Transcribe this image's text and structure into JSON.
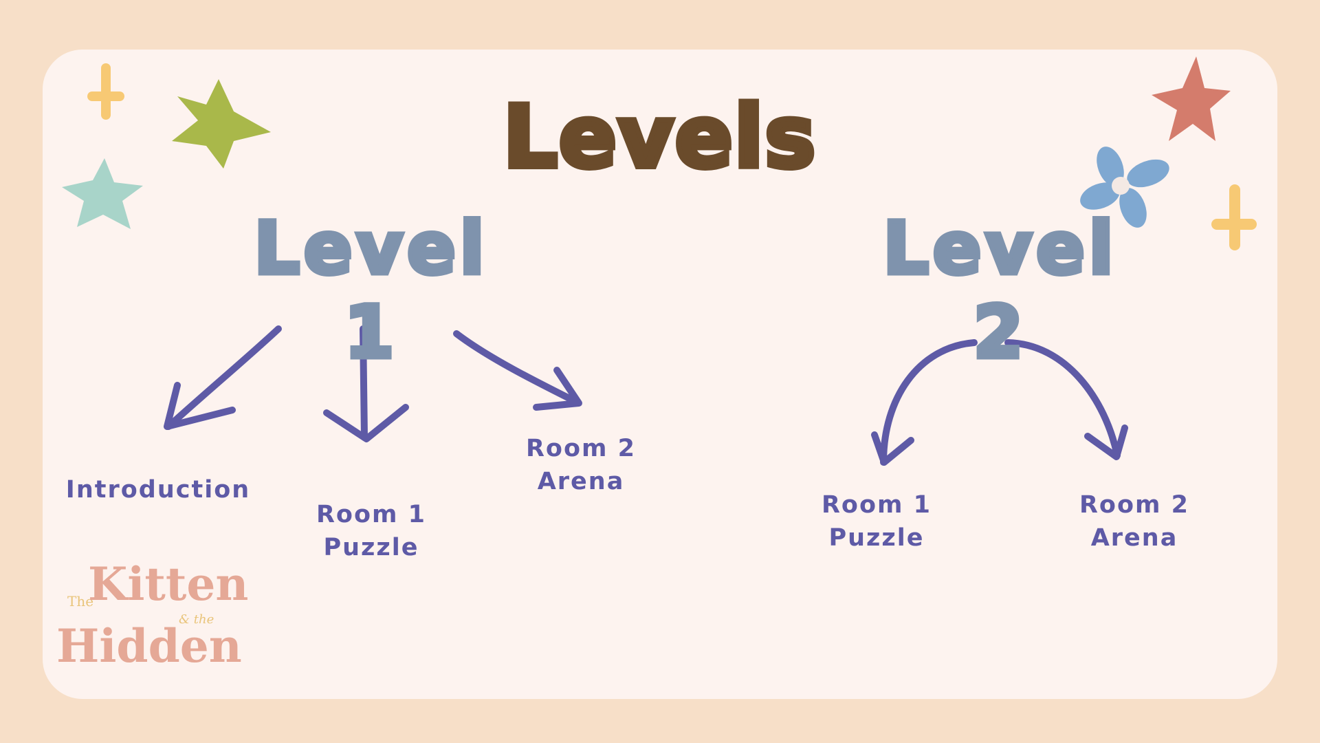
{
  "title": "Levels",
  "levels": [
    {
      "heading": "Level 1",
      "rooms": [
        {
          "line1": "Introduction",
          "line2": ""
        },
        {
          "line1": "Room 1",
          "line2": "Puzzle"
        },
        {
          "line1": "Room 2",
          "line2": "Arena"
        }
      ]
    },
    {
      "heading": "Level 2",
      "rooms": [
        {
          "line1": "Room 1",
          "line2": "Puzzle"
        },
        {
          "line1": "Room 2",
          "line2": "Arena"
        }
      ]
    }
  ],
  "logo": {
    "the": "The",
    "kitten": "Kitten",
    "and_the": "& the",
    "hidden": "Hidden"
  },
  "colors": {
    "background": "#f7dfc8",
    "card": "#fdf3ef",
    "title": "#6a4b2b",
    "level_heading": "#7f93ad",
    "arrows_and_labels": "#5e5aa6",
    "logo": "#e5a896"
  },
  "decorations": [
    "plus-icon",
    "star-icon",
    "star-icon",
    "star-icon",
    "flower-icon",
    "plus-icon"
  ]
}
